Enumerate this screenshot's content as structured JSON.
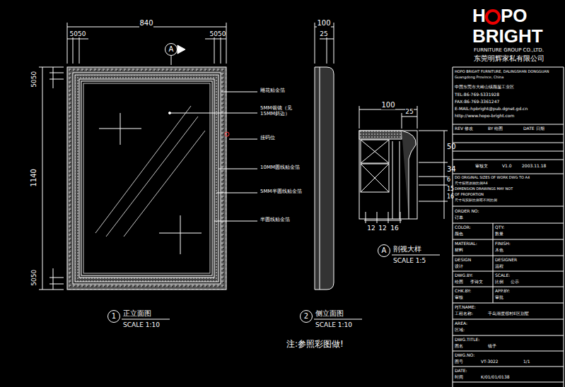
{
  "diagram": {
    "nodes": [
      {
        "text": [
          "A"
        ]
      },
      {
        "text": [
          "1"
        ]
      },
      {
        "text": [
          "2"
        ]
      },
      {
        "text": [
          "A"
        ]
      }
    ],
    "labels": [
      "840",
      "5050",
      "5050",
      "100",
      "25",
      "5050",
      "1140",
      "5050",
      "雕花贴金箔",
      "5MM银镜（见15MM斜边）",
      "挂码位",
      "10MM圆线贴金箔",
      "5MM半圆线贴金箔",
      "半圆线贴金箔",
      "正立面图",
      "SCALE 1:10",
      "侧立面图",
      "SCALE 1:10",
      "注:参照彩图做!",
      "100",
      "25",
      "50",
      "34",
      "6",
      "15",
      "16",
      "12",
      "12",
      "16",
      "剖视大样",
      "SCALE 1:5",
      "H",
      "PO",
      "BRIGHT",
      "FURNITURE GROUP CO.,LTD.",
      "东莞明辉家私有限公司",
      "HOPO BRIGHT FURNITURE, DALINGSHAN DONGGUAN",
      "Guangdong Province, China",
      "中国东莞市大岭山镇颜屋工业区",
      "TEL:86-769-5331928",
      "FAX:86-769-3361247",
      "E-MAIL:hpbright@pub.dgnet.gd.cn",
      "http://www.hopo-bright.com",
      "REV 修改",
      "BY 绘图",
      "DATE 日期",
      "审核文",
      "V1.0",
      "2003.11.18",
      "DO ORIGINAL SIZES OF WORK DWG TO A4",
      "尺寸按照原始比例A4",
      "DIMENSION DRAWINGS MAY NOT",
      "OF PROPORTION",
      "尺寸与实际比例有不同比例",
      "ORDER NO:",
      "订单",
      "COLOR:",
      "QTY:",
      "颜色",
      "数量",
      "MATERIAL:",
      "FINISH:",
      "材料",
      "木色",
      "DESIGN",
      "DESIGNER",
      "设计",
      "温程",
      "DWG.BY:",
      "SCALE:",
      "绘图",
      "李诗文",
      "比例",
      "公示",
      "CHK.BY:",
      "APP.BY:",
      "审核",
      "审批",
      "PJT.NAME:",
      "工程名称:",
      "千岛湖度假村E区别墅",
      "AREA:",
      "区域:",
      "DWG.TITLE:",
      "图名",
      "镜子",
      "DWG.NO:",
      "图号",
      "VT-3022",
      "1/1",
      "DATE:",
      "时间",
      "K/01/01/0138"
    ]
  }
}
